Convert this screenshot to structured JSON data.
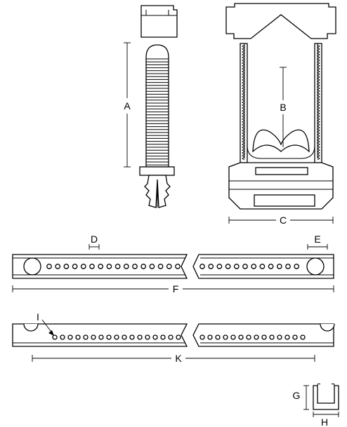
{
  "colors": {
    "line": "#000000",
    "background": "#ffffff"
  },
  "labels": {
    "A": "A",
    "B": "B",
    "C": "C",
    "D": "D",
    "E": "E",
    "F": "F",
    "G": "G",
    "H": "H",
    "I": "I",
    "K": "K"
  }
}
